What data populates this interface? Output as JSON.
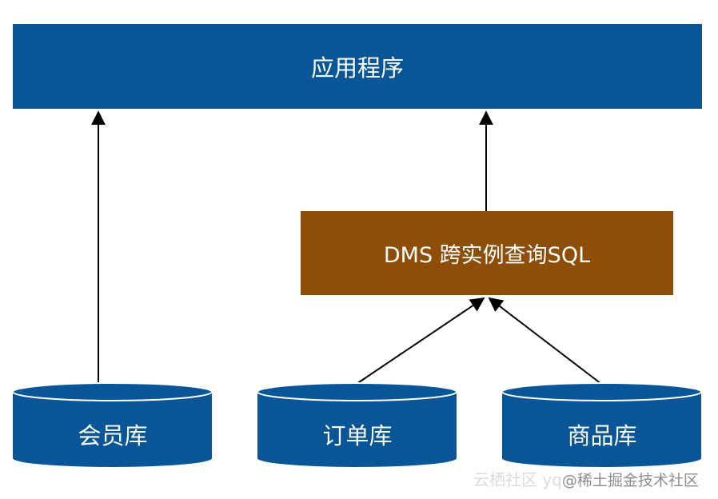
{
  "app": {
    "label": "应用程序"
  },
  "dms": {
    "label": "DMS 跨实例查询SQL"
  },
  "databases": [
    {
      "id": "member",
      "label": "会员库"
    },
    {
      "id": "order",
      "label": "订单库"
    },
    {
      "id": "product",
      "label": "商品库"
    }
  ],
  "watermark": {
    "faded": "云栖社区 yq",
    "strong": "@稀土掘金技术社区"
  },
  "colors": {
    "app": "#085598",
    "dms": "#8F4E07",
    "db": "#085598",
    "arrow": "#000000"
  }
}
